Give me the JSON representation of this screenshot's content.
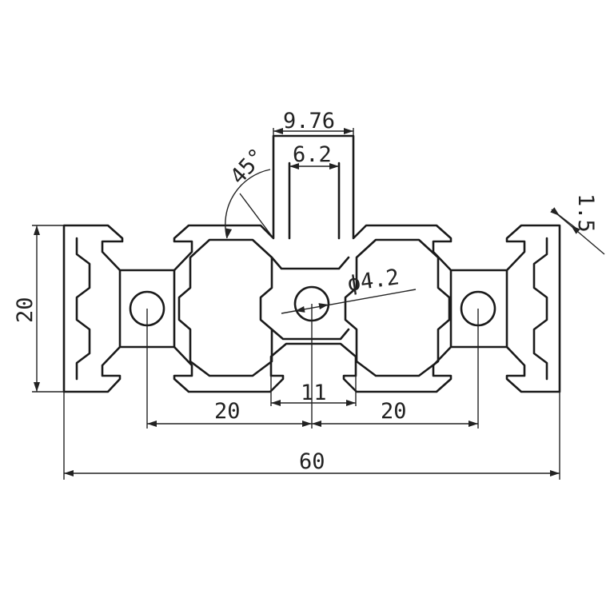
{
  "drawing": {
    "colors": {
      "line": "#1a1a1a",
      "background": "#ffffff"
    },
    "dimensions": {
      "slot_outer_width": "9.76",
      "slot_inner_width": "6.2",
      "chamfer_angle": "45°",
      "wall_thickness": "1.5",
      "hole_diameter": "ϕ4.2",
      "height": "20",
      "bottom_slot_width": "11",
      "pitch_left": "20",
      "pitch_right": "20",
      "overall_width": "60"
    }
  }
}
